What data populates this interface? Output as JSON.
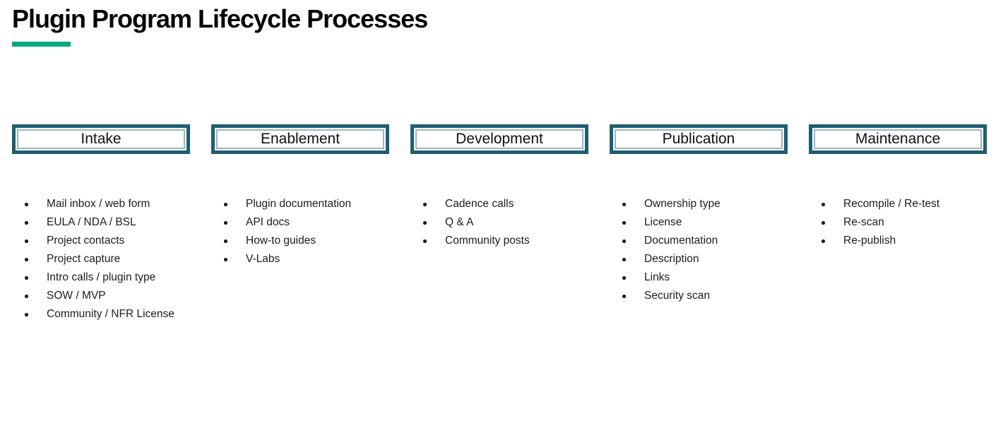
{
  "title": "Plugin Program Lifecycle Processes",
  "accent": {
    "underline_color": "#01A982",
    "box_border_color": "#1E5E72",
    "text_color": "#1c1c1c"
  },
  "columns": [
    {
      "header": "Intake",
      "items": [
        "Mail inbox / web form",
        "EULA / NDA / BSL",
        "Project contacts",
        "Project capture",
        "Intro calls / plugin type",
        "SOW / MVP",
        "Community / NFR License"
      ]
    },
    {
      "header": "Enablement",
      "items": [
        "Plugin documentation",
        "API docs",
        "How-to guides",
        "V-Labs"
      ]
    },
    {
      "header": "Development",
      "items": [
        "Cadence calls",
        "Q & A",
        "Community posts"
      ]
    },
    {
      "header": "Publication",
      "items": [
        "Ownership type",
        "License",
        "Documentation",
        "Description",
        "Links",
        "Security scan"
      ]
    },
    {
      "header": "Maintenance",
      "items": [
        "Recompile / Re-test",
        "Re-scan",
        "Re-publish"
      ]
    }
  ]
}
